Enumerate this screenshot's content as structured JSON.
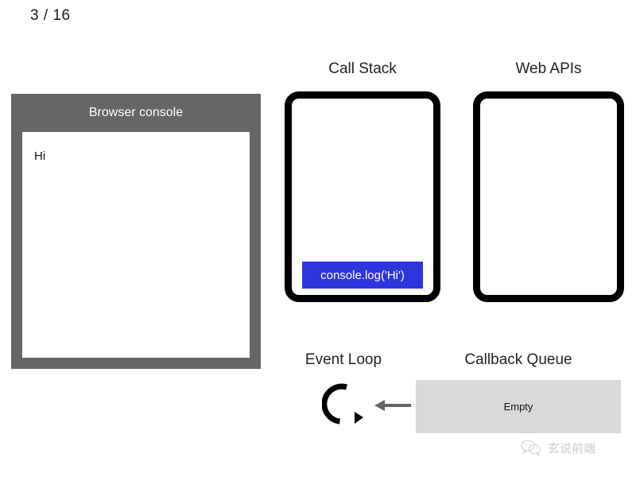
{
  "slide": {
    "counter": "3 / 16"
  },
  "console": {
    "title": "Browser console",
    "log_lines": [
      "Hi"
    ]
  },
  "call_stack": {
    "title": "Call Stack",
    "frames": [
      {
        "label": "console.log('Hi')",
        "color": "#2f35dc",
        "text_color": "#ffffff"
      }
    ]
  },
  "web_apis": {
    "title": "Web APIs",
    "items": []
  },
  "event_loop": {
    "title": "Event Loop",
    "icon": "circular-arrow-icon"
  },
  "callback_queue": {
    "title": "Callback Queue",
    "status": "Empty",
    "background": "#d9d9d9"
  },
  "arrow": {
    "direction": "left",
    "color": "#666666"
  },
  "watermark": {
    "text": "玄说前端",
    "icon": "wechat-icon"
  },
  "palette": {
    "console_chrome": "#666666",
    "stack_border": "#000000",
    "frame_blue": "#2f35dc",
    "queue_gray": "#d9d9d9"
  }
}
